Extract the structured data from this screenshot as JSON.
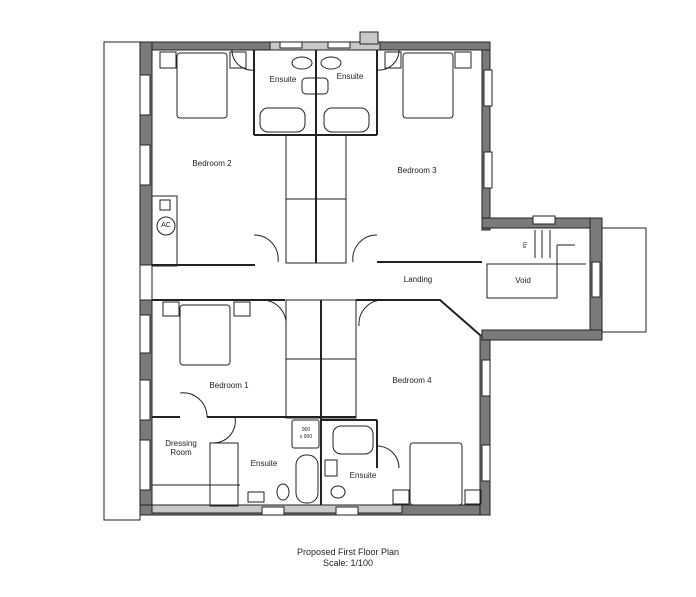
{
  "plan": {
    "title": "Proposed First Floor Plan",
    "scale": "Scale: 1/100"
  },
  "rooms": {
    "bedroom1": "Bedroom 1",
    "bedroom2": "Bedroom 2",
    "bedroom3": "Bedroom 3",
    "bedroom4": "Bedroom 4",
    "ensuite_b2": "Ensuite",
    "ensuite_b3": "Ensuite",
    "ensuite_b1": "Ensuite",
    "ensuite_b4": "Ensuite",
    "landing": "Landing",
    "void": "Void",
    "dressing_line1": "Dressing",
    "dressing_line2": "Room"
  },
  "fixtures": {
    "ac": "AC",
    "shower_line1": "900",
    "shower_line2": "x 900",
    "stairs_up": "Up"
  },
  "colors": {
    "wall_fill": "#7a7a7a",
    "wall_light": "#c8c8c8",
    "line": "#222222",
    "background": "#ffffff"
  }
}
